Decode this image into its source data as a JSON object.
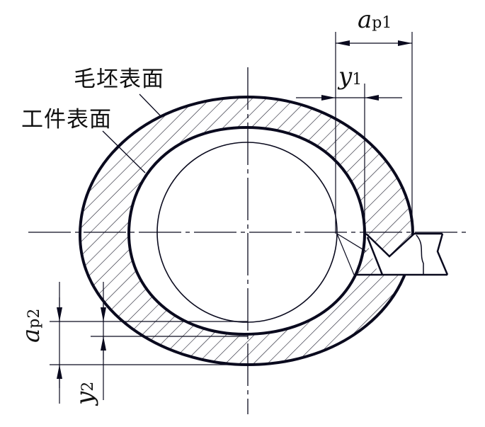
{
  "diagram": {
    "title": "",
    "labels": {
      "blank_surface": "毛坯表面",
      "workpiece_surface": "工件表面"
    },
    "dimensions": {
      "ap1": {
        "symbol": "a",
        "subscript": "p1"
      },
      "y1": {
        "symbol": "y",
        "subscript": "1"
      },
      "ap2": {
        "symbol": "a",
        "subscript": "p2"
      },
      "y2": {
        "symbol": "y",
        "subscript": "2"
      }
    },
    "colors": {
      "line": "#0a0a1e",
      "background": "#ffffff"
    }
  }
}
